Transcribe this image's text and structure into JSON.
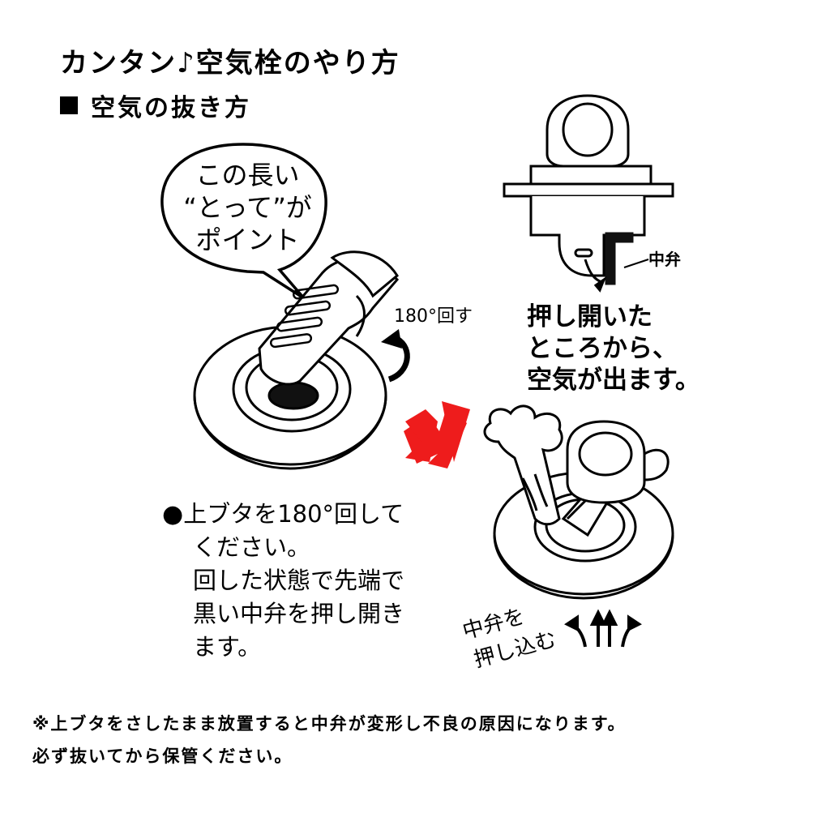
{
  "title": "カンタン♪空気栓のやり方",
  "subtitle": "空気の抜き方",
  "bubble": {
    "line1": "この長い",
    "line2": "“とって”が",
    "line3": "ポイント"
  },
  "rotate_label": "180°回す",
  "valve_label": "中弁",
  "air_description": {
    "line1": "押し開いた",
    "line2": "ところから、",
    "line3": "空気が出ます。"
  },
  "instructions": {
    "line1": "上ブタを180°回して",
    "line2": "ください。",
    "line3": "回した状態で先端で",
    "line4": "黒い中弁を押し開き",
    "line5": "ます。"
  },
  "push_label": {
    "line1": "中弁を",
    "line2": "押し込む"
  },
  "footnote": {
    "line1": "※上ブタをさしたまま放置すると中弁が変形し不良の原因になります。",
    "line2": "必ず抜いてから保管ください。"
  },
  "colors": {
    "arrow": "#ee1c1c",
    "ink": "#000000",
    "valve": "#111111"
  },
  "icons": [
    "speech-bubble",
    "rotate-arrow-icon",
    "red-arrow-icon",
    "air-cloud-icon",
    "push-up-arrows-icon"
  ]
}
